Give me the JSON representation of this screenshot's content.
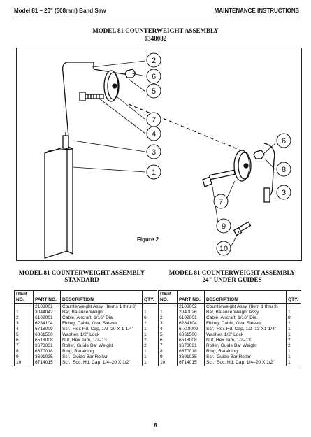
{
  "header": {
    "left": "Model 81 – 20\" (508mm) Band Saw",
    "right": "MAINTENANCE  INSTRUCTIONS"
  },
  "title": {
    "line1": "MODEL 81 COUNTERWEIGHT ASSEMBLY",
    "line2": "0340082"
  },
  "figure": {
    "caption": "Figure 2",
    "callouts": [
      "2",
      "6",
      "5",
      "7",
      "4",
      "3",
      "1",
      "6",
      "8",
      "3",
      "7",
      "9",
      "10"
    ]
  },
  "sections": {
    "left": {
      "line1": "MODEL 81 COUNTERWEIGHT ASSEMBLY",
      "line2": "STANDARD"
    },
    "right": {
      "line1": "MODEL 81 COUNTERWEIGHT ASSEMBLY",
      "line2": "24\" UNDER GUIDES"
    }
  },
  "table_headers": {
    "item": "ITEM NO.",
    "part": "PART NO.",
    "desc": "DESCRIPTION",
    "qty": "QTY."
  },
  "left_table": [
    {
      "item": "",
      "part": "2103001",
      "desc": "Counterweight Assy. (Items 1 thru 3)",
      "qty": ""
    },
    {
      "item": "1",
      "part": "3044042",
      "desc": "Bar, Balance Weight",
      "qty": "1"
    },
    {
      "item": "2",
      "part": "6102001",
      "desc": "Cable, Aircraft, 1/16\" Dia.",
      "qty": "6'"
    },
    {
      "item": "3",
      "part": "6284104",
      "desc": "Fitting, Cable, Oval Sleeve",
      "qty": "2"
    },
    {
      "item": "4",
      "part": "6718009",
      "desc": "Scr., Hex Hd. Cap, 1/2–20 X 1-1/4\"",
      "qty": "1"
    },
    {
      "item": "5",
      "part": "6861500",
      "desc": "Washer, 1/2\" Lock",
      "qty": "1"
    },
    {
      "item": "6",
      "part": "6518008",
      "desc": "Nut, Hex Jam, 1/2–13",
      "qty": "2"
    },
    {
      "item": "7",
      "part": "3673031",
      "desc": "Roller, Guide Bar Weight",
      "qty": "2"
    },
    {
      "item": "8",
      "part": "6670018",
      "desc": "Ring, Retaining",
      "qty": "1"
    },
    {
      "item": "9",
      "part": "3691035",
      "desc": "Scr., Guide Bar Rollwr",
      "qty": "1"
    },
    {
      "item": "10",
      "part": "6714015",
      "desc": "Scr., Soc. Hd. Cap, 1/4–20 X 1/2\"",
      "qty": "1"
    }
  ],
  "right_table": [
    {
      "item": "",
      "part": "2103002",
      "desc": "Counterweight Assy. (Item 1 thru 3)",
      "qty": ""
    },
    {
      "item": "1",
      "part": "2040026",
      "desc": "Bar, Balance Weight Assy.",
      "qty": "1"
    },
    {
      "item": "2",
      "part": "6102001",
      "desc": "Cable, Aircraft, 1/16\" Dia.",
      "qty": "8'"
    },
    {
      "item": "3",
      "part": "6284104",
      "desc": "Fitting, Cable, Oval Sleeve",
      "qty": "2"
    },
    {
      "item": "4",
      "part": "6.718009",
      "desc": "Scr., Hex Hd. Cap, 1/2–13 X1-1/4\"",
      "qty": "1"
    },
    {
      "item": "5",
      "part": "6861500",
      "desc": "Washer, 1/2\" Lock",
      "qty": "1"
    },
    {
      "item": "6",
      "part": "6518008",
      "desc": "Nut, Hex Jam, 1/2–13",
      "qty": "2"
    },
    {
      "item": "7",
      "part": "3673031",
      "desc": "Roller, Guide Bar Weight",
      "qty": "2"
    },
    {
      "item": "8",
      "part": "6670018",
      "desc": "Ring, Retaining",
      "qty": "1"
    },
    {
      "item": "9",
      "part": "3691035",
      "desc": "Scr., Guide Bar Roller",
      "qty": "1"
    },
    {
      "item": "10",
      "part": "6714015",
      "desc": "Scr., Soc. Hd. Cap, 1/4–20 X 1/2\"",
      "qty": "1"
    }
  ],
  "page_number": "8"
}
